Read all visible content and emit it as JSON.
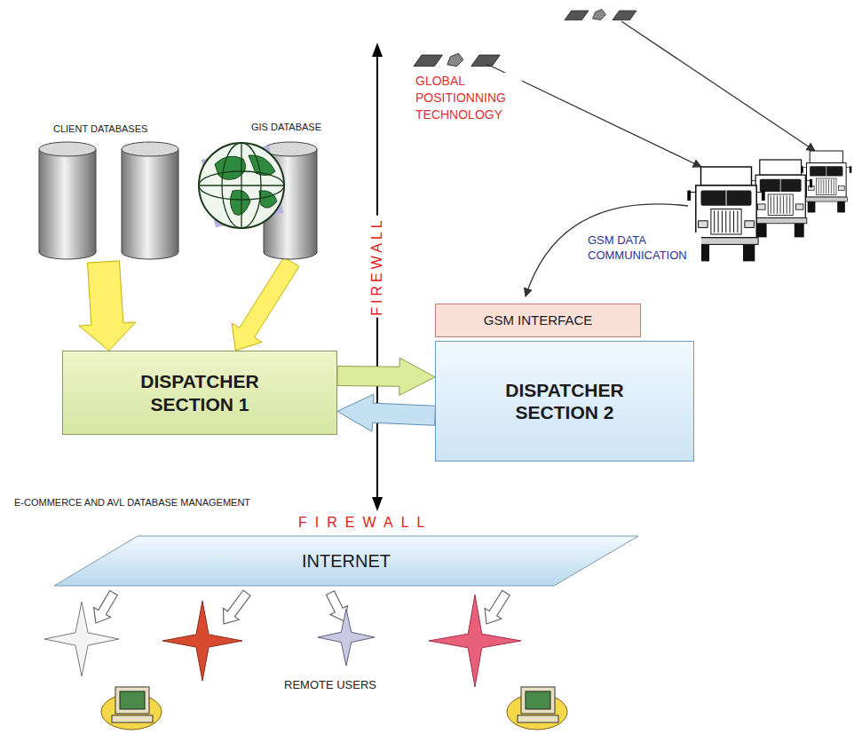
{
  "diagram": {
    "nodes": [
      {
        "text": [
          "CLIENT DATABASES"
        ]
      },
      {
        "text": [
          "GIS DATABASE"
        ]
      },
      {
        "text": [
          "DISPATCHER SECTION 1"
        ]
      },
      {
        "text": [
          "GSM INTERFACE"
        ]
      },
      {
        "text": [
          "DISPATCHER SECTION 2"
        ]
      },
      {
        "text": [
          "INTERNET"
        ]
      }
    ],
    "edges": [
      {
        "from": 0,
        "to": 2,
        "arrow": "to"
      },
      {
        "from": 1,
        "to": 2,
        "arrow": "to"
      },
      {
        "from": 2,
        "to": 4,
        "arrow": "to"
      },
      {
        "from": 4,
        "to": 2,
        "arrow": "to"
      }
    ],
    "labels": [
      "GLOBAL POSITIONNING TECHNOLOGY",
      "GSM DATA COMMUNICATION",
      "FIREWALL",
      "E-COMMERCE AND AVL DATABASE MANAGEMENT",
      "FIREWALL",
      "REMOTE USERS"
    ]
  }
}
